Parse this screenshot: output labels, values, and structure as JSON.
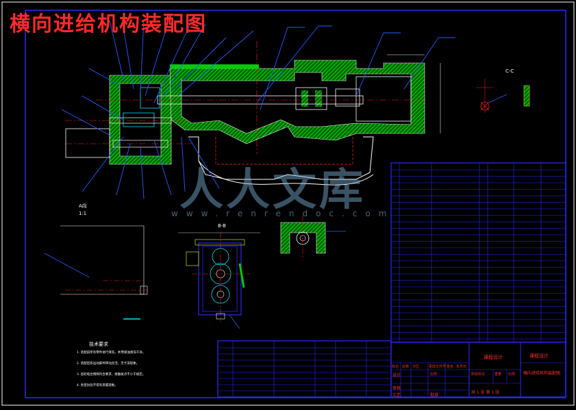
{
  "drawing": {
    "title": "横向进给机构装配图",
    "watermark_logo": "人人文库",
    "watermark_url": "www.renrendoc.com"
  },
  "title_block": {
    "school": "课程设计",
    "drawing_name": "横向进给机构装配图",
    "design": "设计",
    "check": "审核",
    "process": "工艺",
    "approve": "批准",
    "scale_label": "比例",
    "sheet_label": "共 1 张  第 1 张",
    "columns": [
      "标记",
      "处数",
      "分区",
      "更改文件号",
      "签名",
      "年月日"
    ],
    "stage": "阶段标记",
    "weight": "重量",
    "ratio": "比例"
  },
  "labels": {
    "view_a": "A向",
    "view_b": "B-B",
    "view_c": "C-C",
    "scale_1": "1:1",
    "notes_title": "技术要求",
    "notes": [
      "1. 装配前所有零件进行清洗，并用煤油清洗干净。",
      "2. 装配后各运动部件转动灵活，无卡滞现象。",
      "3. 齿轮啮合侧隙符合要求，接触斑点不小于规定。",
      "4. 各密封处不得有渗漏现象。"
    ]
  },
  "colors": {
    "frame": "#1a1aff",
    "hatch": "#00cc00",
    "center": "#ff2020",
    "leader": "#2a5cff",
    "white": "#ffffff",
    "yellow": "#ffff00",
    "cyan": "#00e5ff"
  }
}
